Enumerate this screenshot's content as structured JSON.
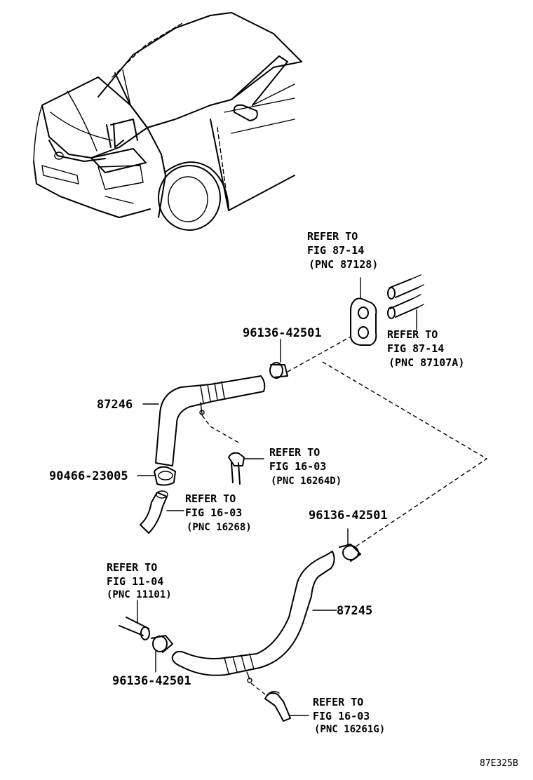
{
  "diagram_code": "87E325B",
  "parts": [
    {
      "number": "87246"
    },
    {
      "number": "87245"
    },
    {
      "number": "90466-23005"
    },
    {
      "number": "96136-42501"
    }
  ],
  "clamp_labels": {
    "top": "96136-42501",
    "middle": "96136-42501",
    "bottom": "96136-42501"
  },
  "references": {
    "heater_unit": {
      "line1": "REFER TO",
      "line2": "FIG 87-14",
      "line3": "(PNC 87128)"
    },
    "heater_pipes": {
      "line1": "REFER TO",
      "line2": "FIG 87-14",
      "line3": "(PNC 87107A)"
    },
    "water_bypass": {
      "line1": "REFER TO",
      "line2": "FIG 16-03",
      "line3": "(PNC 16264D)"
    },
    "outlet_hose": {
      "line1": "REFER TO",
      "line2": "FIG 16-03",
      "line3": "(PNC 16268)"
    },
    "engine": {
      "line1": "REFER TO",
      "line2": "FIG 11-04",
      "line3": "(PNC 11101)"
    },
    "inlet_hose": {
      "line1": "REFER TO",
      "line2": "FIG 16-03",
      "line3": "(PNC 16261G)"
    }
  }
}
